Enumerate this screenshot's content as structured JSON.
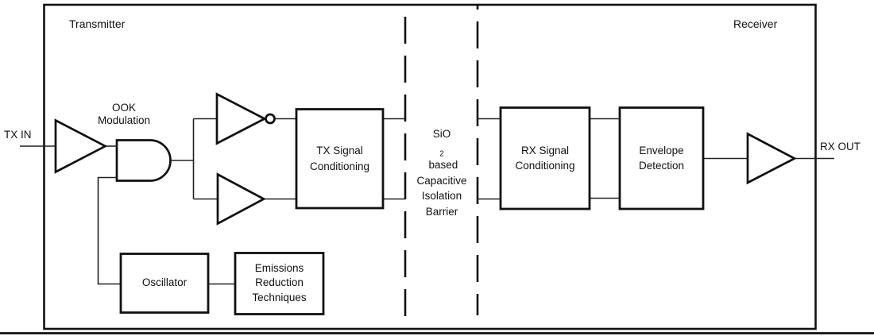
{
  "colors": {
    "ink": "#111111",
    "background": "#ffffff"
  },
  "regions": {
    "transmitter": "Transmitter",
    "receiver": "Receiver"
  },
  "ports": {
    "tx_in": "TX IN",
    "rx_out": "RX OUT"
  },
  "modulation": {
    "line1": "OOK",
    "line2": "Modulation"
  },
  "barrier": {
    "formula_base": "SiO",
    "formula_sub": "2",
    "formula_rest": " based",
    "line2": "Capacitive",
    "line3": "Isolation",
    "line4": "Barrier"
  },
  "blocks": {
    "tx_signal_conditioning": {
      "line1": "TX Signal",
      "line2": "Conditioning"
    },
    "rx_signal_conditioning": {
      "line1": "RX Signal",
      "line2": "Conditioning"
    },
    "envelope_detection": {
      "line1": "Envelope",
      "line2": "Detection"
    },
    "oscillator": {
      "label": "Oscillator"
    },
    "emissions_reduction": {
      "line1": "Emissions",
      "line2": "Reduction",
      "line3": "Techniques"
    }
  }
}
